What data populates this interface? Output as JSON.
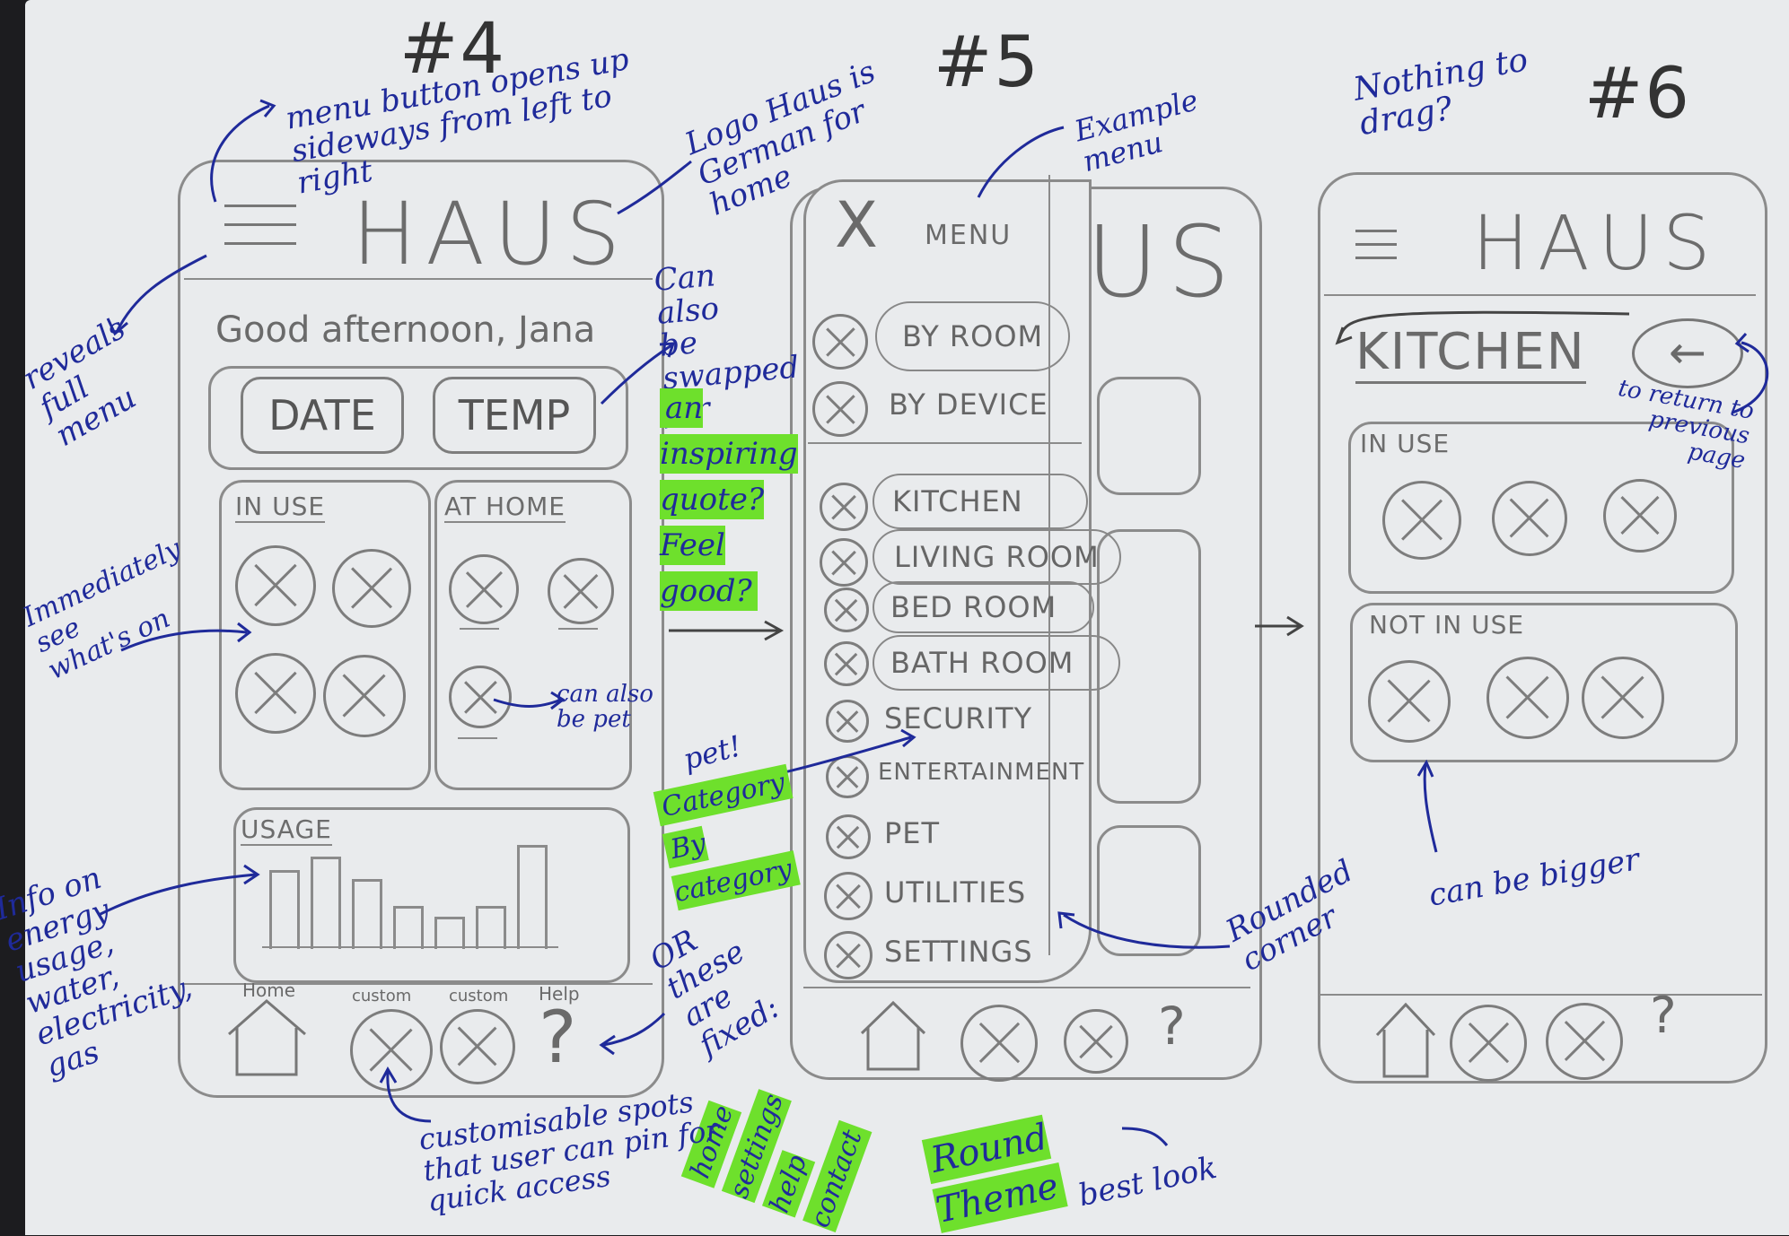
{
  "screens": {
    "s4": {
      "number": "#4",
      "logo": "HAUS",
      "greeting": "Good afternoon, Jana",
      "date_label": "DATE",
      "temp_label": "TEMP",
      "in_use_label": "IN USE",
      "at_home_label": "AT HOME",
      "usage_label": "USAGE",
      "nav": {
        "home": "Home",
        "custom1": "custom",
        "custom2": "custom",
        "help": "Help",
        "help_glyph": "?"
      }
    },
    "s5": {
      "number": "#5",
      "close_glyph": "X",
      "menu_title": "MENU",
      "behind_logo": "US",
      "menu_items": [
        "BY ROOM",
        "BY DEVICE",
        "KITCHEN",
        "LIVING ROOM",
        "BED ROOM",
        "BATH ROOM",
        "SECURITY",
        "ENTERTAINMENT",
        "PET",
        "UTILITIES",
        "SETTINGS"
      ],
      "help_glyph": "?"
    },
    "s6": {
      "number": "#6",
      "logo": "HAUS",
      "title": "KITCHEN",
      "back_glyph": "←",
      "in_use_label": "IN USE",
      "not_in_use_label": "NOT IN USE",
      "help_glyph": "?"
    }
  },
  "annotations": {
    "menu_button": "menu button opens up sideways from left to right",
    "logo_note": "Logo Haus is German for home",
    "reveals": "reveals full menu",
    "immediately": "Immediately see what's on",
    "swap_a": "Can also be swapped for",
    "swap_b": "an inspiring quote? Feel good?",
    "pet_note": "can also be pet",
    "energy": "Info on energy usage, water, electricity, gas",
    "example_menu": "Example menu",
    "category_title": "pet!",
    "category_a": "Category",
    "category_b": "By category",
    "or_these": "OR these are fixed:",
    "fixed_items": "home settings help contact",
    "round_theme": "Round Theme",
    "best_look": "best look",
    "rounded_corner": "Rounded corner",
    "customisable": "customisable spots that user can pin for quick access",
    "nothing_to_drag": "Nothing to drag?",
    "return_note": "to return to previous page",
    "bigger": "can be bigger"
  },
  "colors": {
    "ink_blue": "#1f2a9a",
    "highlight_green": "#6ee02c",
    "pencil": "#8b8b8b",
    "paper": "#e9ebed"
  }
}
